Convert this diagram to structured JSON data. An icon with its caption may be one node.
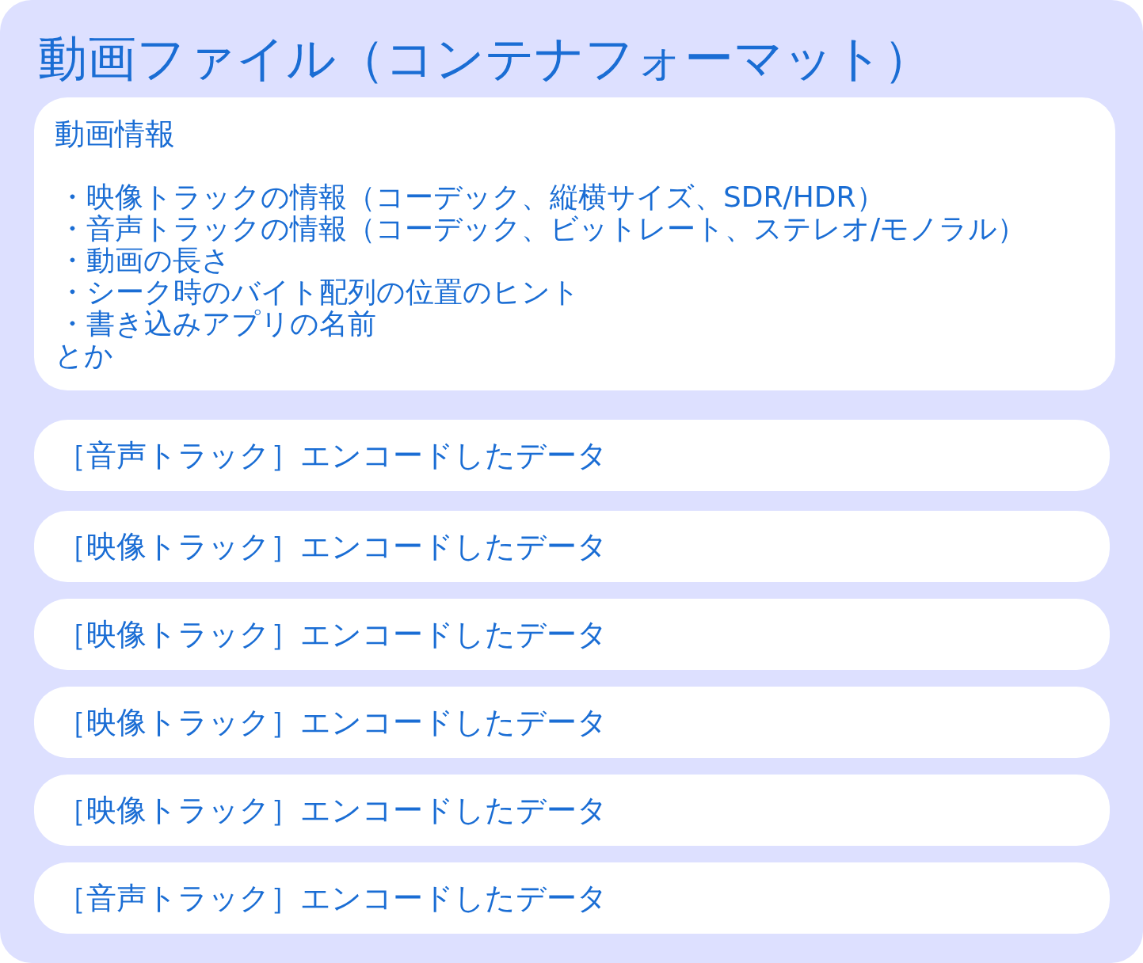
{
  "diagram": {
    "nodes": [
      {
        "text": [
          "動画ファイル（コンテナフォーマット）"
        ]
      },
      {
        "text": [
          "動画情報",
          "・映像トラックの情報（コーデック、縦横サイズ、SDR/HDR）",
          "・音声トラックの情報（コーデック、ビットレート、ステレオ/モノラル）",
          "・動画の長さ",
          "・シーク時のバイト配列の位置のヒント",
          "・書き込みアプリの名前",
          "とか"
        ],
        "in": 0
      },
      {
        "text": [
          "［音声トラック］エンコードしたデータ"
        ],
        "in": 0
      },
      {
        "text": [
          "［映像トラック］エンコードしたデータ"
        ],
        "in": 0
      },
      {
        "text": [
          "［映像トラック］エンコードしたデータ"
        ],
        "in": 0
      },
      {
        "text": [
          "［映像トラック］エンコードしたデータ"
        ],
        "in": 0
      },
      {
        "text": [
          "［映像トラック］エンコードしたデータ"
        ],
        "in": 0
      },
      {
        "text": [
          "［音声トラック］エンコードしたデータ"
        ],
        "in": 0
      }
    ]
  }
}
